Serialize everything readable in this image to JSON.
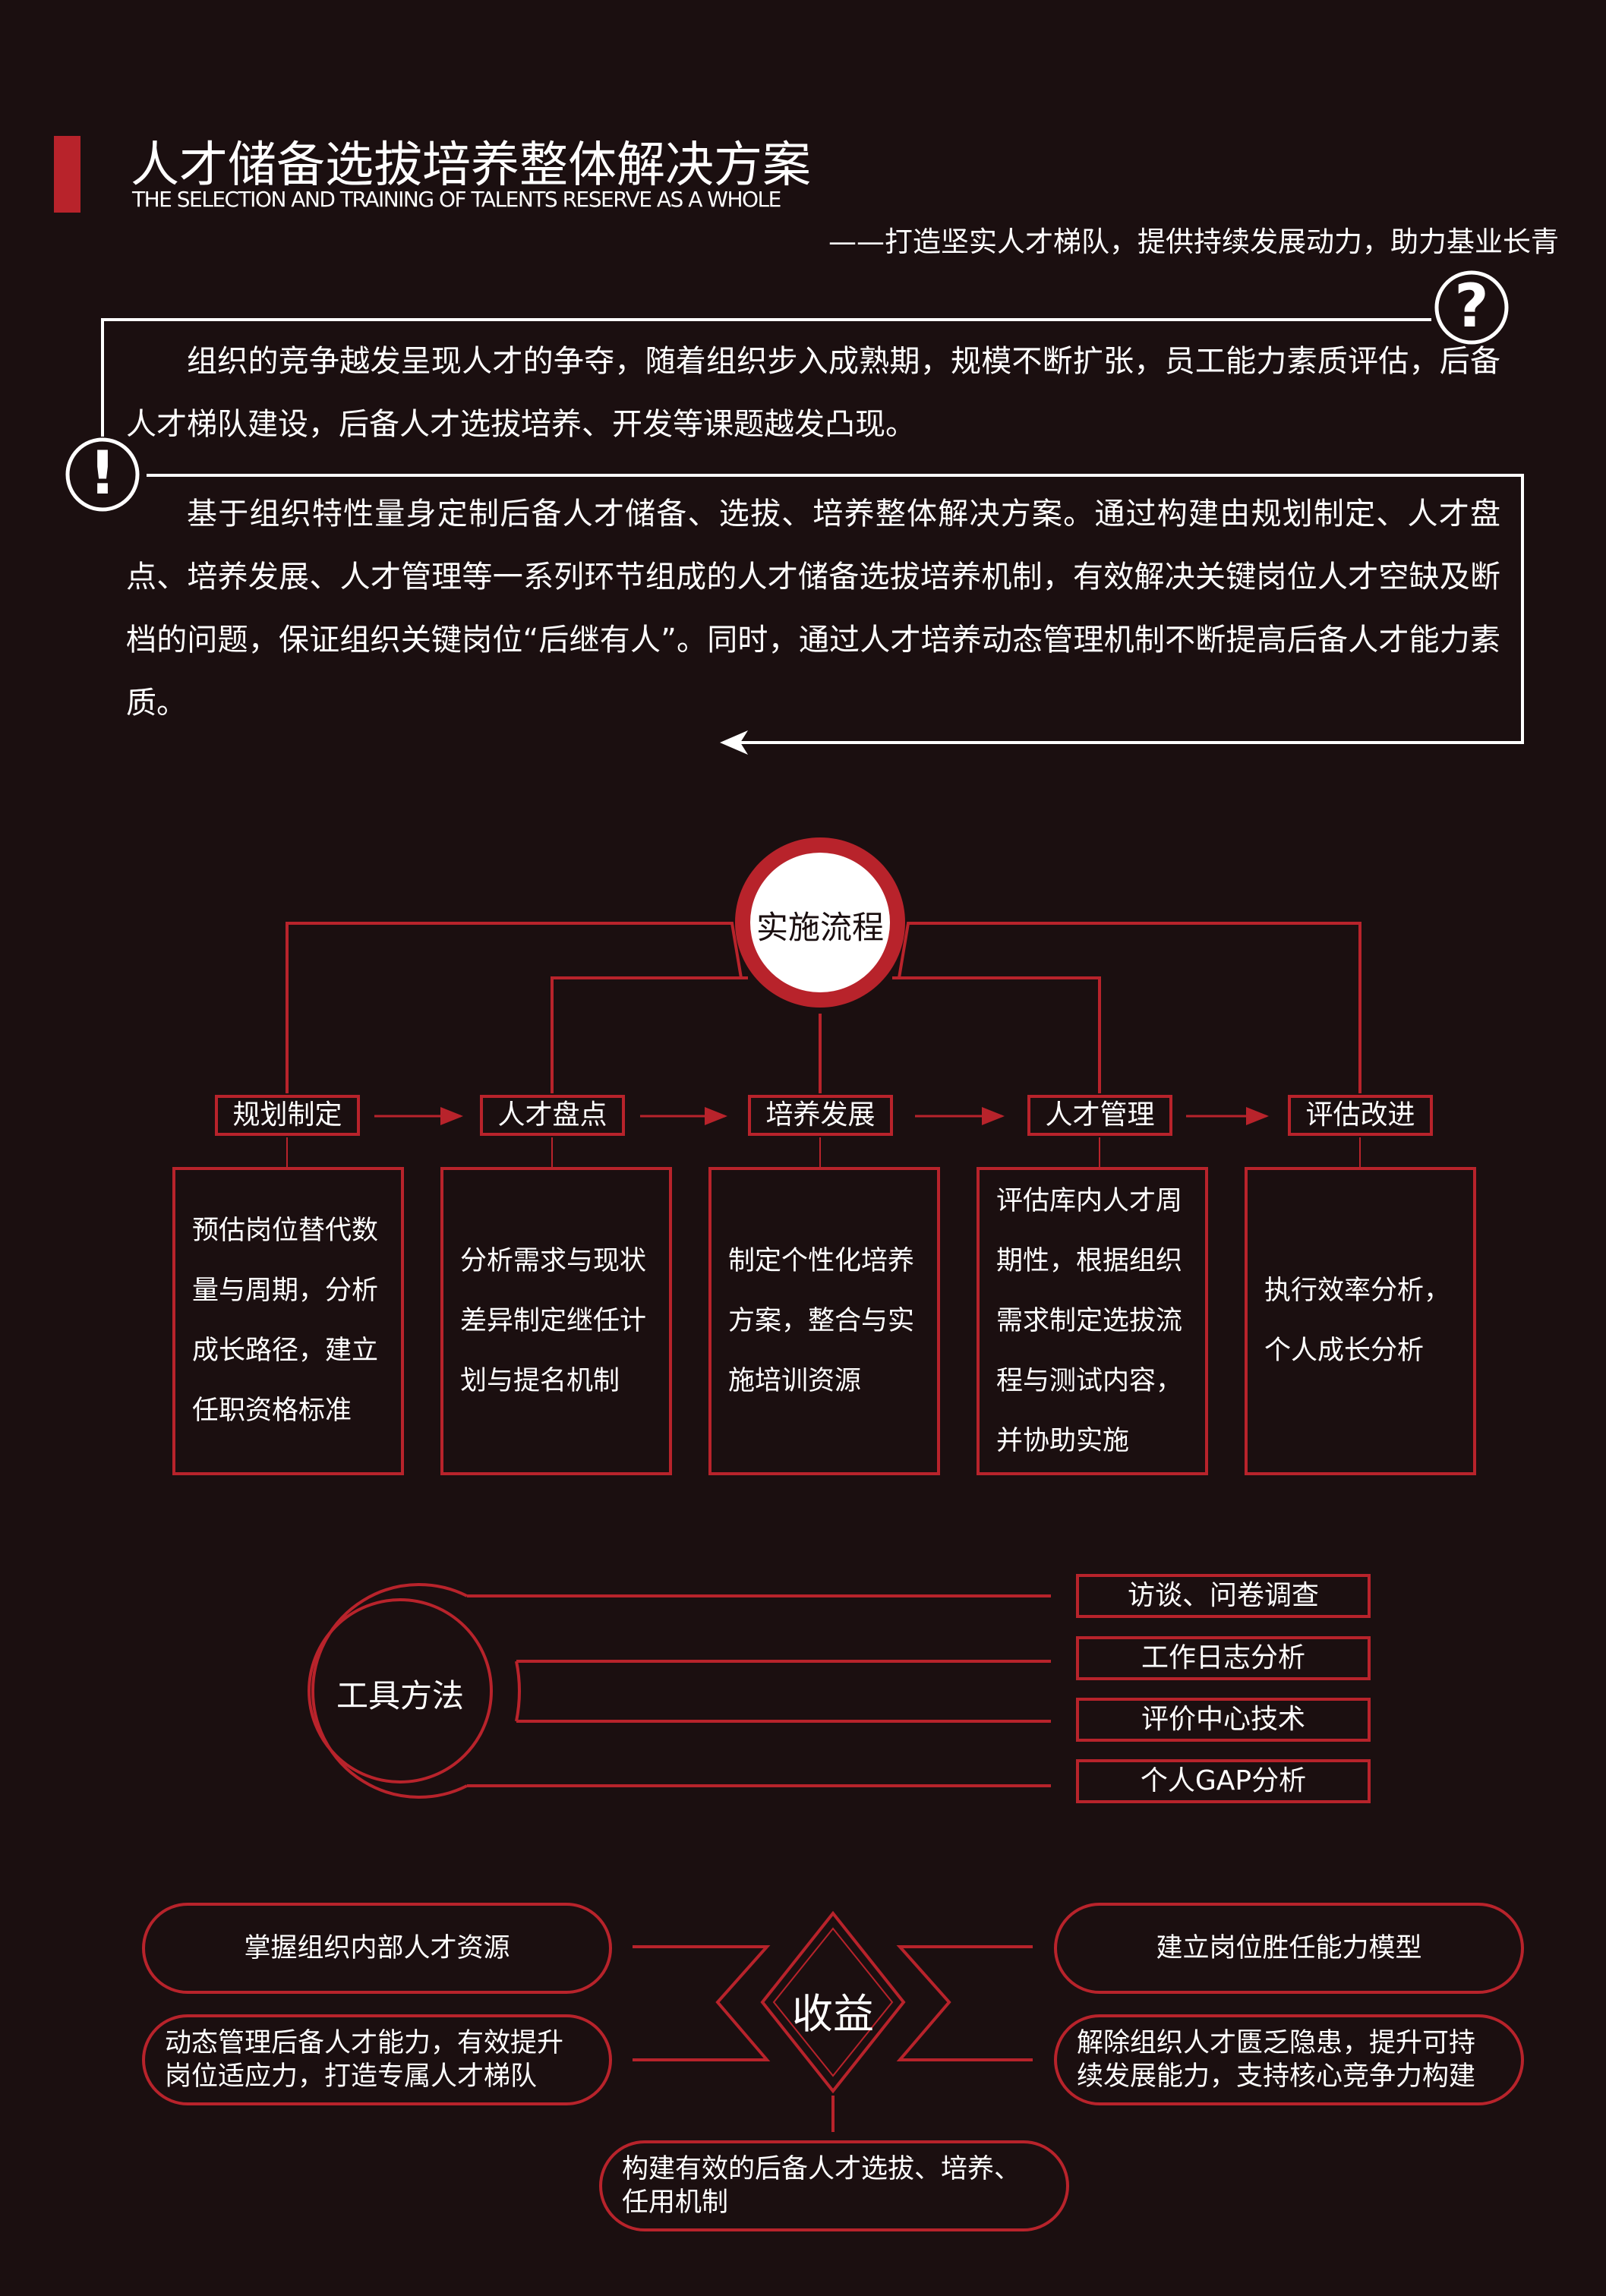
{
  "header": {
    "title": "人才储备选拔培养整体解决方案",
    "subtitle": "THE SELECTION AND TRAINING OF TALENTS RESERVE AS A WHOLE",
    "slogan": "——打造坚实人才梯队，提供持续发展动力，助力基业长青"
  },
  "intro": {
    "question_mark": "?",
    "exclamation_mark": "!",
    "problem": "组织的竞争越发呈现人才的争夺，随着组织步入成熟期，规模不断扩张，员工能力素质评估，后备人才梯队建设，后备人才选拔培养、开发等课题越发凸现。",
    "solution": "基于组织特性量身定制后备人才储备、选拔、培养整体解决方案。通过构建由规划制定、人才盘点、培养发展、人才管理等一系列环节组成的人才储备选拔培养机制，有效解决关键岗位人才空缺及断档的问题，保证组织关键岗位“后继有人”。同时，通过人才培养动态管理机制不断提高后备人才能力素质。"
  },
  "process": {
    "title": "实施流程",
    "steps": [
      {
        "label": "规划制定",
        "desc": "预估岗位替代数量与周期，分析成长路径，建立任职资格标准"
      },
      {
        "label": "人才盘点",
        "desc": "分析需求与现状差异制定继任计划与提名机制"
      },
      {
        "label": "培养发展",
        "desc": "制定个性化培养方案，整合与实施培训资源"
      },
      {
        "label": "人才管理",
        "desc": "评估库内人才周期性，根据组织需求制定选拔流程与测试内容，并协助实施"
      },
      {
        "label": "评估改进",
        "desc": "执行效率分析，个人成长分析"
      }
    ]
  },
  "tools": {
    "title": "工具方法",
    "items": [
      "访谈、问卷调查",
      "工作日志分析",
      "评价中心技术",
      "个人GAP分析"
    ]
  },
  "benefits": {
    "title": "收益",
    "items": [
      "掌握组织内部人才资源",
      "动态管理后备人才能力，有效提升岗位适应力，打造专属人才梯队",
      "建立岗位胜任能力模型",
      "解除组织人才匮乏隐患，提升可持续发展能力，支持核心竞争力构建",
      "构建有效的后备人才选拔、培养、任用机制"
    ]
  },
  "colors": {
    "background": "#1b0f10",
    "accent": "#b8232b"
  }
}
